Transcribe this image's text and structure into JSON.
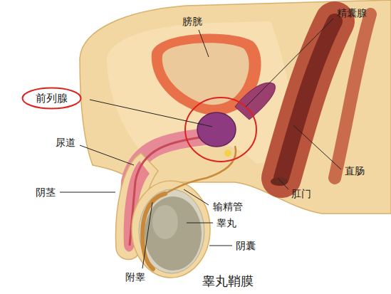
{
  "diagram": {
    "nodes": [
      {
        "text": [
          "前列腺"
        ]
      }
    ],
    "labels": [
      "膀胱",
      "精囊腺",
      "尿道",
      "直肠",
      "阴茎",
      "肛门",
      "输精管",
      "睾丸",
      "阴囊",
      "附睾",
      "睾丸鞘膜"
    ]
  }
}
